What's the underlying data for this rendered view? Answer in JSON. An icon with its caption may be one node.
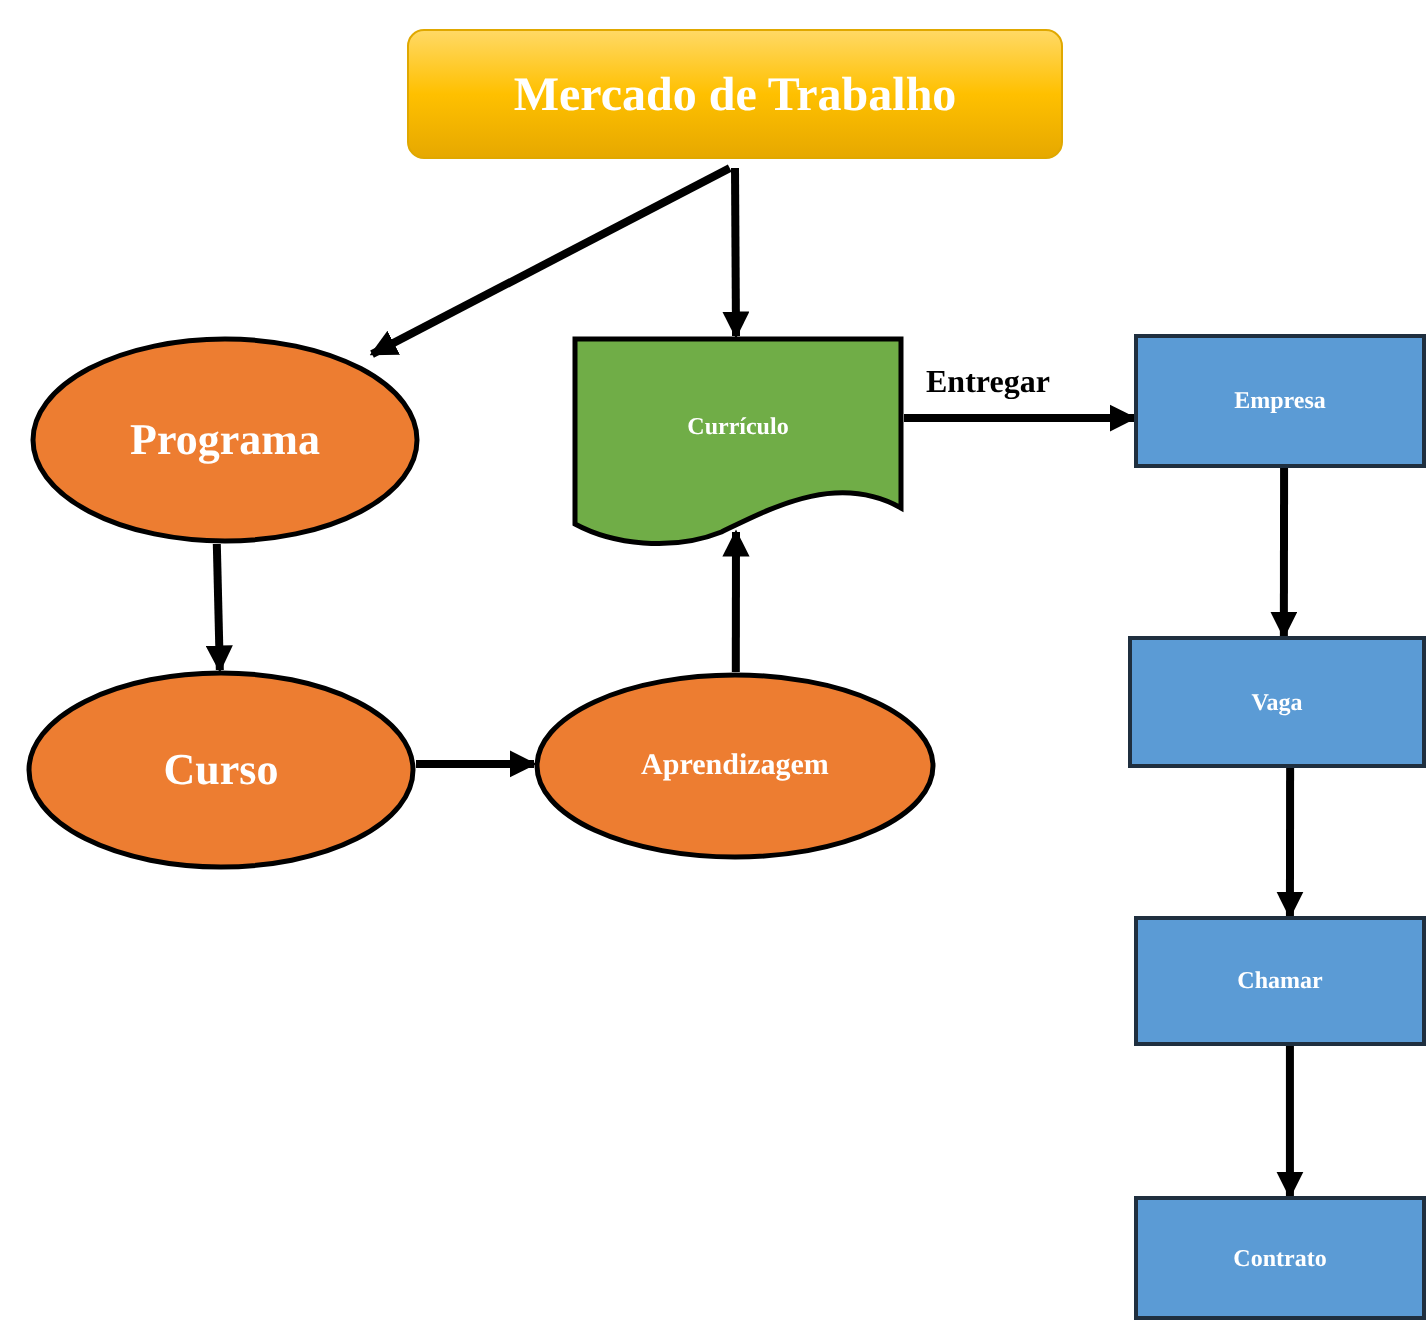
{
  "diagram": {
    "nodes": [
      {
        "text": [
          "Mercado de Trabalho"
        ]
      },
      {
        "text": [
          "Programa"
        ]
      },
      {
        "text": [
          "Currículo"
        ]
      },
      {
        "text": [
          "Empresa"
        ]
      },
      {
        "text": [
          "Curso"
        ]
      },
      {
        "text": [
          "Aprendizagem"
        ]
      },
      {
        "text": [
          "Vaga"
        ]
      },
      {
        "text": [
          "Chamar"
        ]
      },
      {
        "text": [
          "Contrato"
        ]
      }
    ],
    "edges": [
      {
        "from": 0,
        "to": 1,
        "arrow": "to"
      },
      {
        "from": 0,
        "to": 2,
        "arrow": "to"
      },
      {
        "from": 2,
        "to": 3,
        "arrow": "to",
        "label": "Entregar"
      },
      {
        "from": 1,
        "to": 4,
        "arrow": "to"
      },
      {
        "from": 4,
        "to": 5,
        "arrow": "to"
      },
      {
        "from": 5,
        "to": 2,
        "arrow": "to"
      },
      {
        "from": 3,
        "to": 6,
        "arrow": "to"
      },
      {
        "from": 6,
        "to": 7,
        "arrow": "to"
      },
      {
        "from": 7,
        "to": 8,
        "arrow": "to"
      }
    ]
  }
}
